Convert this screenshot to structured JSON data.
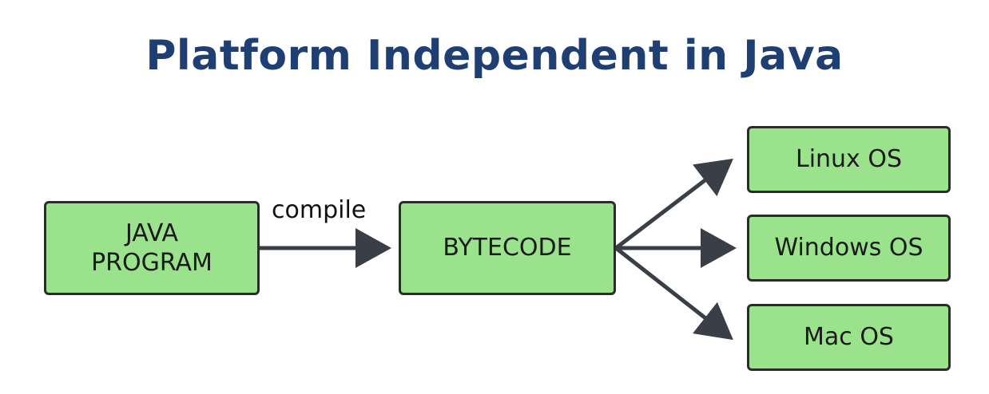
{
  "title": "Platform Independent in Java",
  "edge_label": "compile",
  "nodes": {
    "java_line1": "JAVA",
    "java_line2": "PROGRAM",
    "bytecode": "BYTECODE",
    "linux": "Linux OS",
    "windows": "Windows OS",
    "mac": "Mac OS"
  },
  "colors": {
    "title": "#1f3f73",
    "box_fill": "#9be28c",
    "box_border": "#2b2b2b",
    "arrow": "#3a3f47"
  }
}
